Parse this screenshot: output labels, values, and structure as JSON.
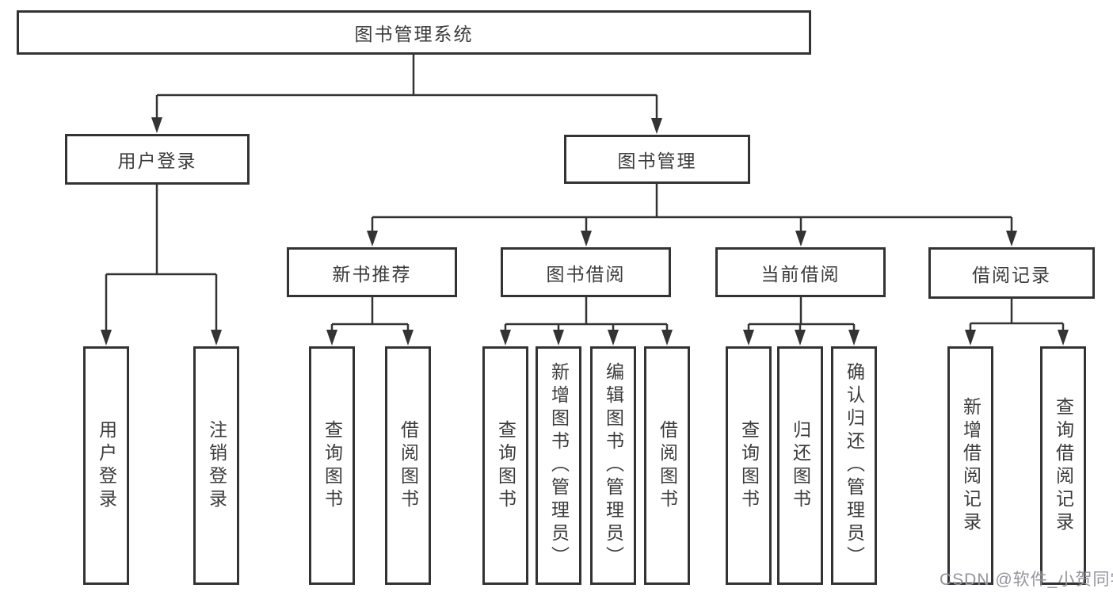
{
  "diagram_type": "functional-structure-tree",
  "colors": {
    "line": "#333333",
    "box_border": "#333333",
    "text": "#3b3b3b",
    "background": "#ffffff",
    "watermark": "#94949c"
  },
  "tree": {
    "root": {
      "label": "图书管理系统"
    },
    "branches": [
      {
        "label": "用户登录",
        "children": [
          {
            "label": "用户登录"
          },
          {
            "label": "注销登录"
          }
        ]
      },
      {
        "label": "图书管理",
        "children": [
          {
            "label": "新书推荐",
            "children": [
              {
                "label": "查询图书"
              },
              {
                "label": "借阅图书"
              }
            ]
          },
          {
            "label": "图书借阅",
            "children": [
              {
                "label": "查询图书"
              },
              {
                "label": "新增图书（管理员）"
              },
              {
                "label": "编辑图书（管理员）"
              },
              {
                "label": "借阅图书"
              }
            ]
          },
          {
            "label": "当前借阅",
            "children": [
              {
                "label": "查询图书"
              },
              {
                "label": "归还图书"
              },
              {
                "label": "确认归还（管理员）"
              }
            ]
          },
          {
            "label": "借阅记录",
            "children": [
              {
                "label": "新增借阅记录"
              },
              {
                "label": "查询借阅记录"
              }
            ]
          }
        ]
      }
    ]
  },
  "watermark": {
    "text": "CSDN @软件_小贺同学"
  }
}
